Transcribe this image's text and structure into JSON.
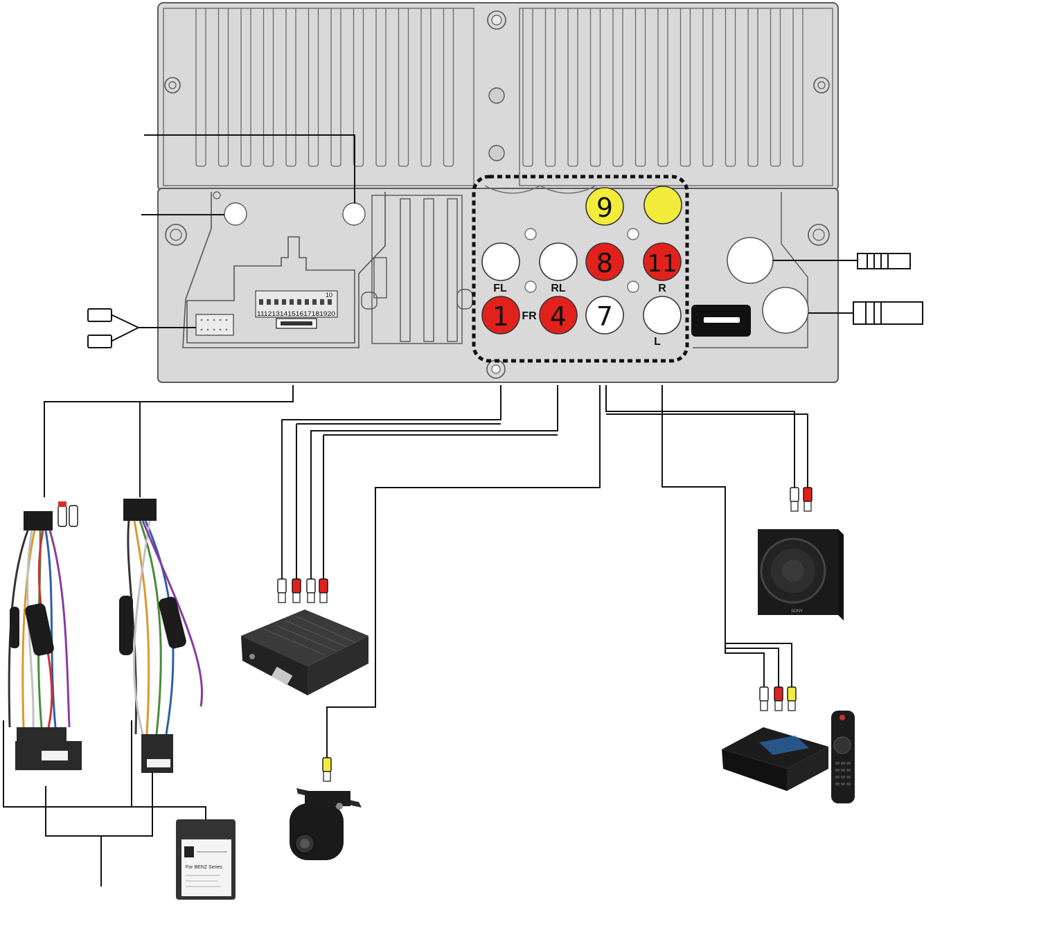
{
  "head_unit": {
    "top_connectors": [
      {
        "number": "9",
        "color": "#f2ec3a"
      },
      {
        "number": "",
        "color": "#f2ec3a"
      }
    ],
    "rca_row_upper": [
      {
        "number": "",
        "color": "#ffffff",
        "label": "FL"
      },
      {
        "number": "",
        "color": "#ffffff",
        "label": "RL"
      },
      {
        "number": "8",
        "color": "#e3211c",
        "label": ""
      },
      {
        "number": "11",
        "color": "#e3211c",
        "label": "R"
      }
    ],
    "rca_row_lower": [
      {
        "number": "1",
        "color": "#e3211c",
        "label": "FR"
      },
      {
        "number": "4",
        "color": "#e3211c",
        "label": ""
      },
      {
        "number": "7",
        "color": "#ffffff",
        "label": ""
      },
      {
        "number": "",
        "color": "#ffffff",
        "label": "L"
      }
    ],
    "pin_header": {
      "top_number": "10",
      "bottom_numbers": "11121314151617181920"
    }
  },
  "devices": [
    {
      "id": "harness-left",
      "icon": "wiring-harness-icon"
    },
    {
      "id": "harness-right",
      "icon": "wiring-harness-icon"
    },
    {
      "id": "canbus-box",
      "icon": "canbus-decoder-icon",
      "text": [
        "For BENZ Series"
      ]
    },
    {
      "id": "amplifier",
      "icon": "amplifier-icon"
    },
    {
      "id": "rear-camera",
      "icon": "rear-camera-icon"
    },
    {
      "id": "subwoofer",
      "icon": "subwoofer-icon",
      "text": [
        "SONY"
      ]
    },
    {
      "id": "android-box",
      "icon": "tv-box-icon"
    },
    {
      "id": "remote",
      "icon": "remote-control-icon"
    }
  ],
  "colors": {
    "panel": "#d9d9d9",
    "panel_stroke": "#5a5a5a",
    "rca_red": "#e3211c",
    "rca_yellow": "#f2ec3a",
    "rca_white": "#ffffff",
    "wire": "#111111"
  }
}
